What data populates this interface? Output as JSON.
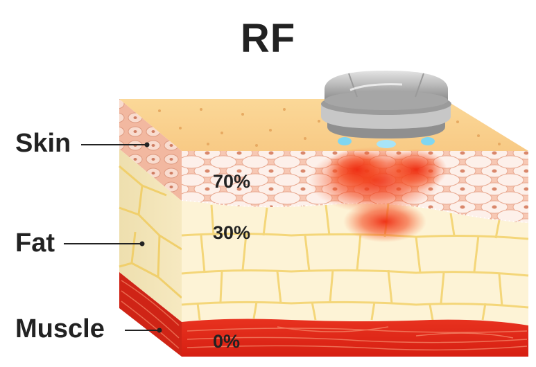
{
  "title": "RF",
  "labels": {
    "skin": "Skin",
    "fat": "Fat",
    "muscle": "Muscle"
  },
  "percentages": {
    "skin": "70%",
    "fat": "30%",
    "muscle": "0%"
  },
  "colors": {
    "skin_top": "#f9cf8d",
    "skin_cells": "#f6c6b1",
    "fat": "#fdf3d6",
    "fat_lines": "#f4d679",
    "muscle": "#e42a1a",
    "heat": "#ef3b1c",
    "device": "#b3b3b3",
    "electrode": "#7fd6f1"
  },
  "icons": [
    "rf-device-icon"
  ]
}
